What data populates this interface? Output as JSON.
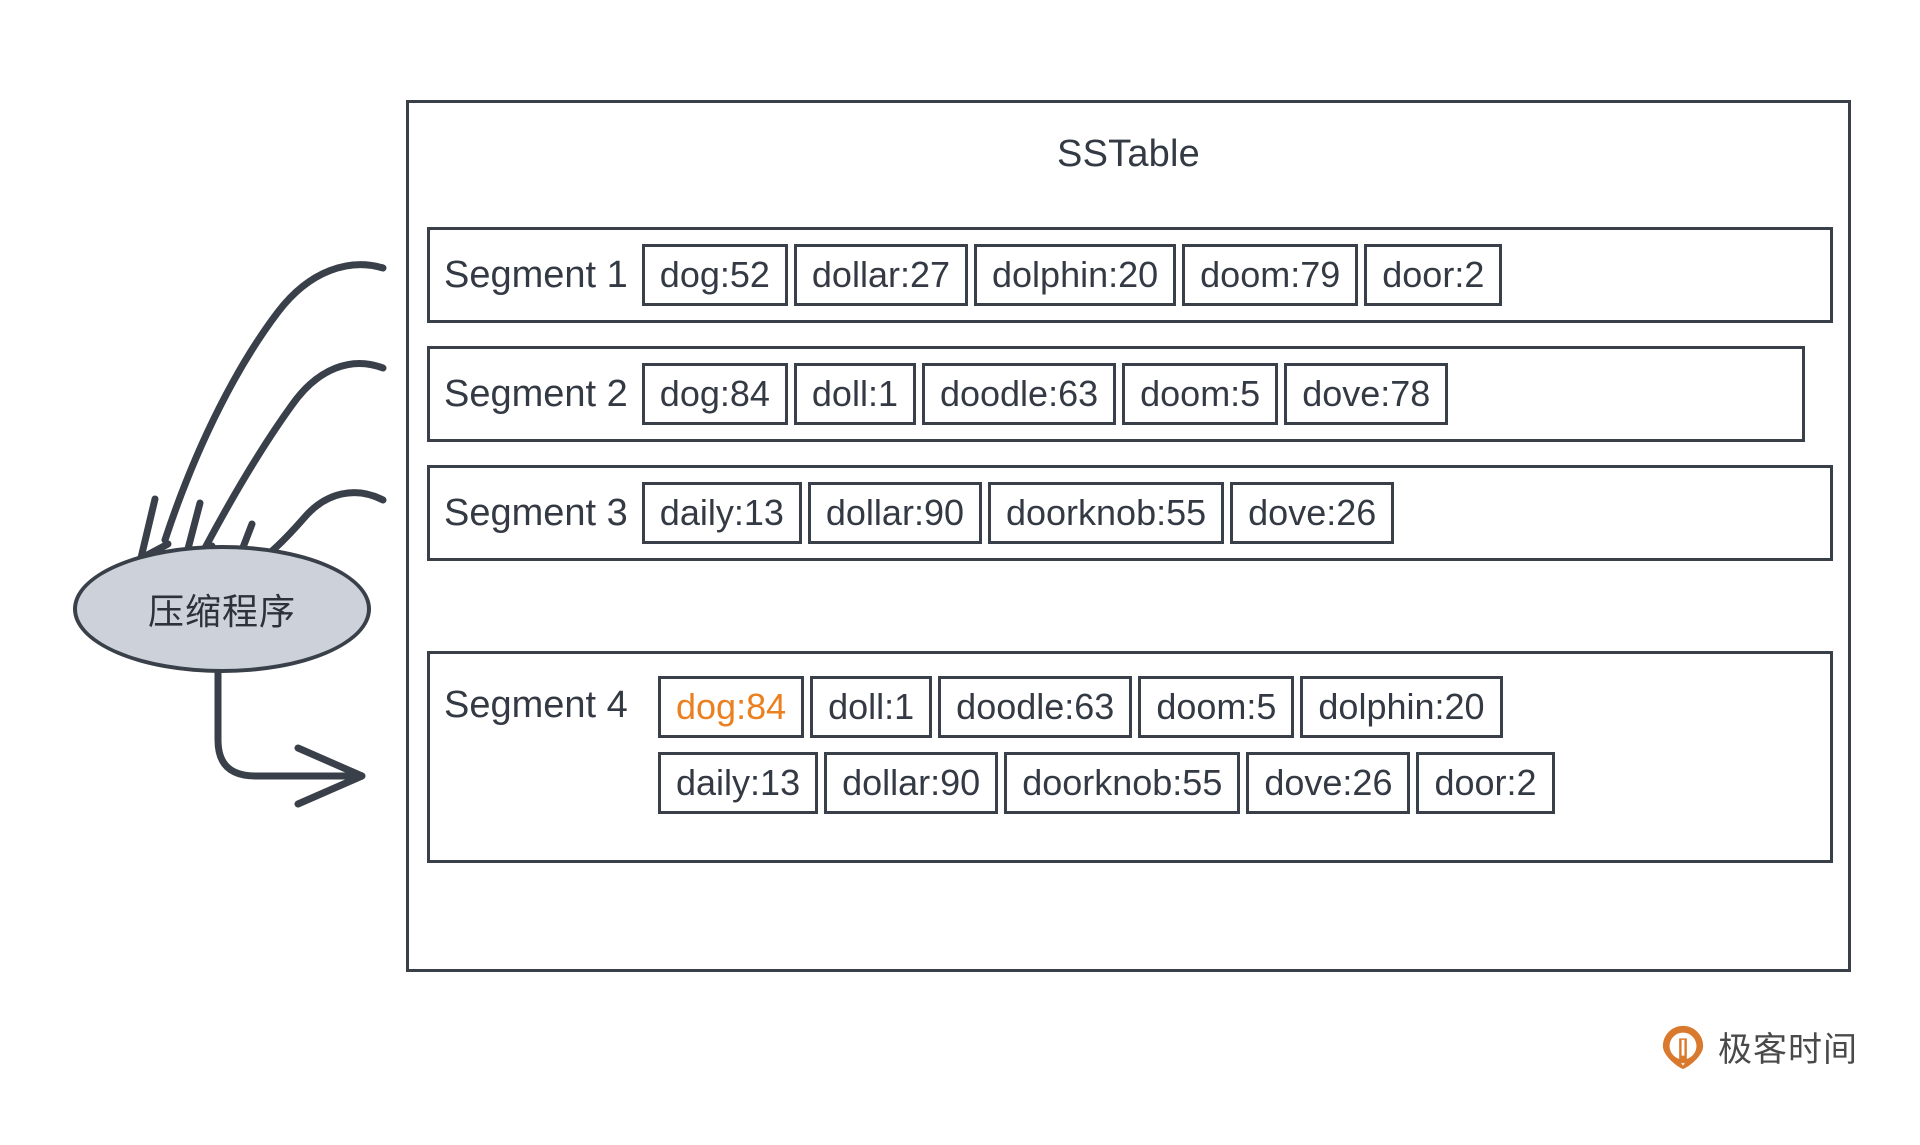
{
  "diagram": {
    "title": "SSTable",
    "compactor": {
      "label": "压缩程序"
    },
    "segments": [
      {
        "id": "segment-1",
        "label": "Segment 1",
        "rows": [
          [
            {
              "text": "dog:52",
              "highlight": false
            },
            {
              "text": "dollar:27",
              "highlight": false
            },
            {
              "text": "dolphin:20",
              "highlight": false
            },
            {
              "text": "doom:79",
              "highlight": false
            },
            {
              "text": "door:2",
              "highlight": false
            }
          ]
        ]
      },
      {
        "id": "segment-2",
        "label": "Segment 2",
        "rows": [
          [
            {
              "text": "dog:84",
              "highlight": false
            },
            {
              "text": "doll:1",
              "highlight": false
            },
            {
              "text": "doodle:63",
              "highlight": false
            },
            {
              "text": "doom:5",
              "highlight": false
            },
            {
              "text": "dove:78",
              "highlight": false
            }
          ]
        ]
      },
      {
        "id": "segment-3",
        "label": "Segment 3",
        "rows": [
          [
            {
              "text": "daily:13",
              "highlight": false
            },
            {
              "text": "dollar:90",
              "highlight": false
            },
            {
              "text": "doorknob:55",
              "highlight": false
            },
            {
              "text": "dove:26",
              "highlight": false
            }
          ]
        ]
      },
      {
        "id": "segment-4",
        "label": "Segment 4",
        "rows": [
          [
            {
              "text": "dog:84",
              "highlight": true
            },
            {
              "text": "doll:1",
              "highlight": false
            },
            {
              "text": "doodle:63",
              "highlight": false
            },
            {
              "text": "doom:5",
              "highlight": false
            },
            {
              "text": "dolphin:20",
              "highlight": false
            }
          ],
          [
            {
              "text": "daily:13",
              "highlight": false
            },
            {
              "text": "dollar:90",
              "highlight": false
            },
            {
              "text": "doorknob:55",
              "highlight": false
            },
            {
              "text": "dove:26",
              "highlight": false
            },
            {
              "text": "door:2",
              "highlight": false
            }
          ]
        ]
      }
    ],
    "colors": {
      "stroke": "#3a4049",
      "text": "#343a44",
      "highlight": "#ea8020",
      "ellipse_fill": "#ccd1da",
      "background": "#ffffff"
    }
  },
  "brand": {
    "name": "极客时间",
    "mark_color": "#d9792e"
  }
}
